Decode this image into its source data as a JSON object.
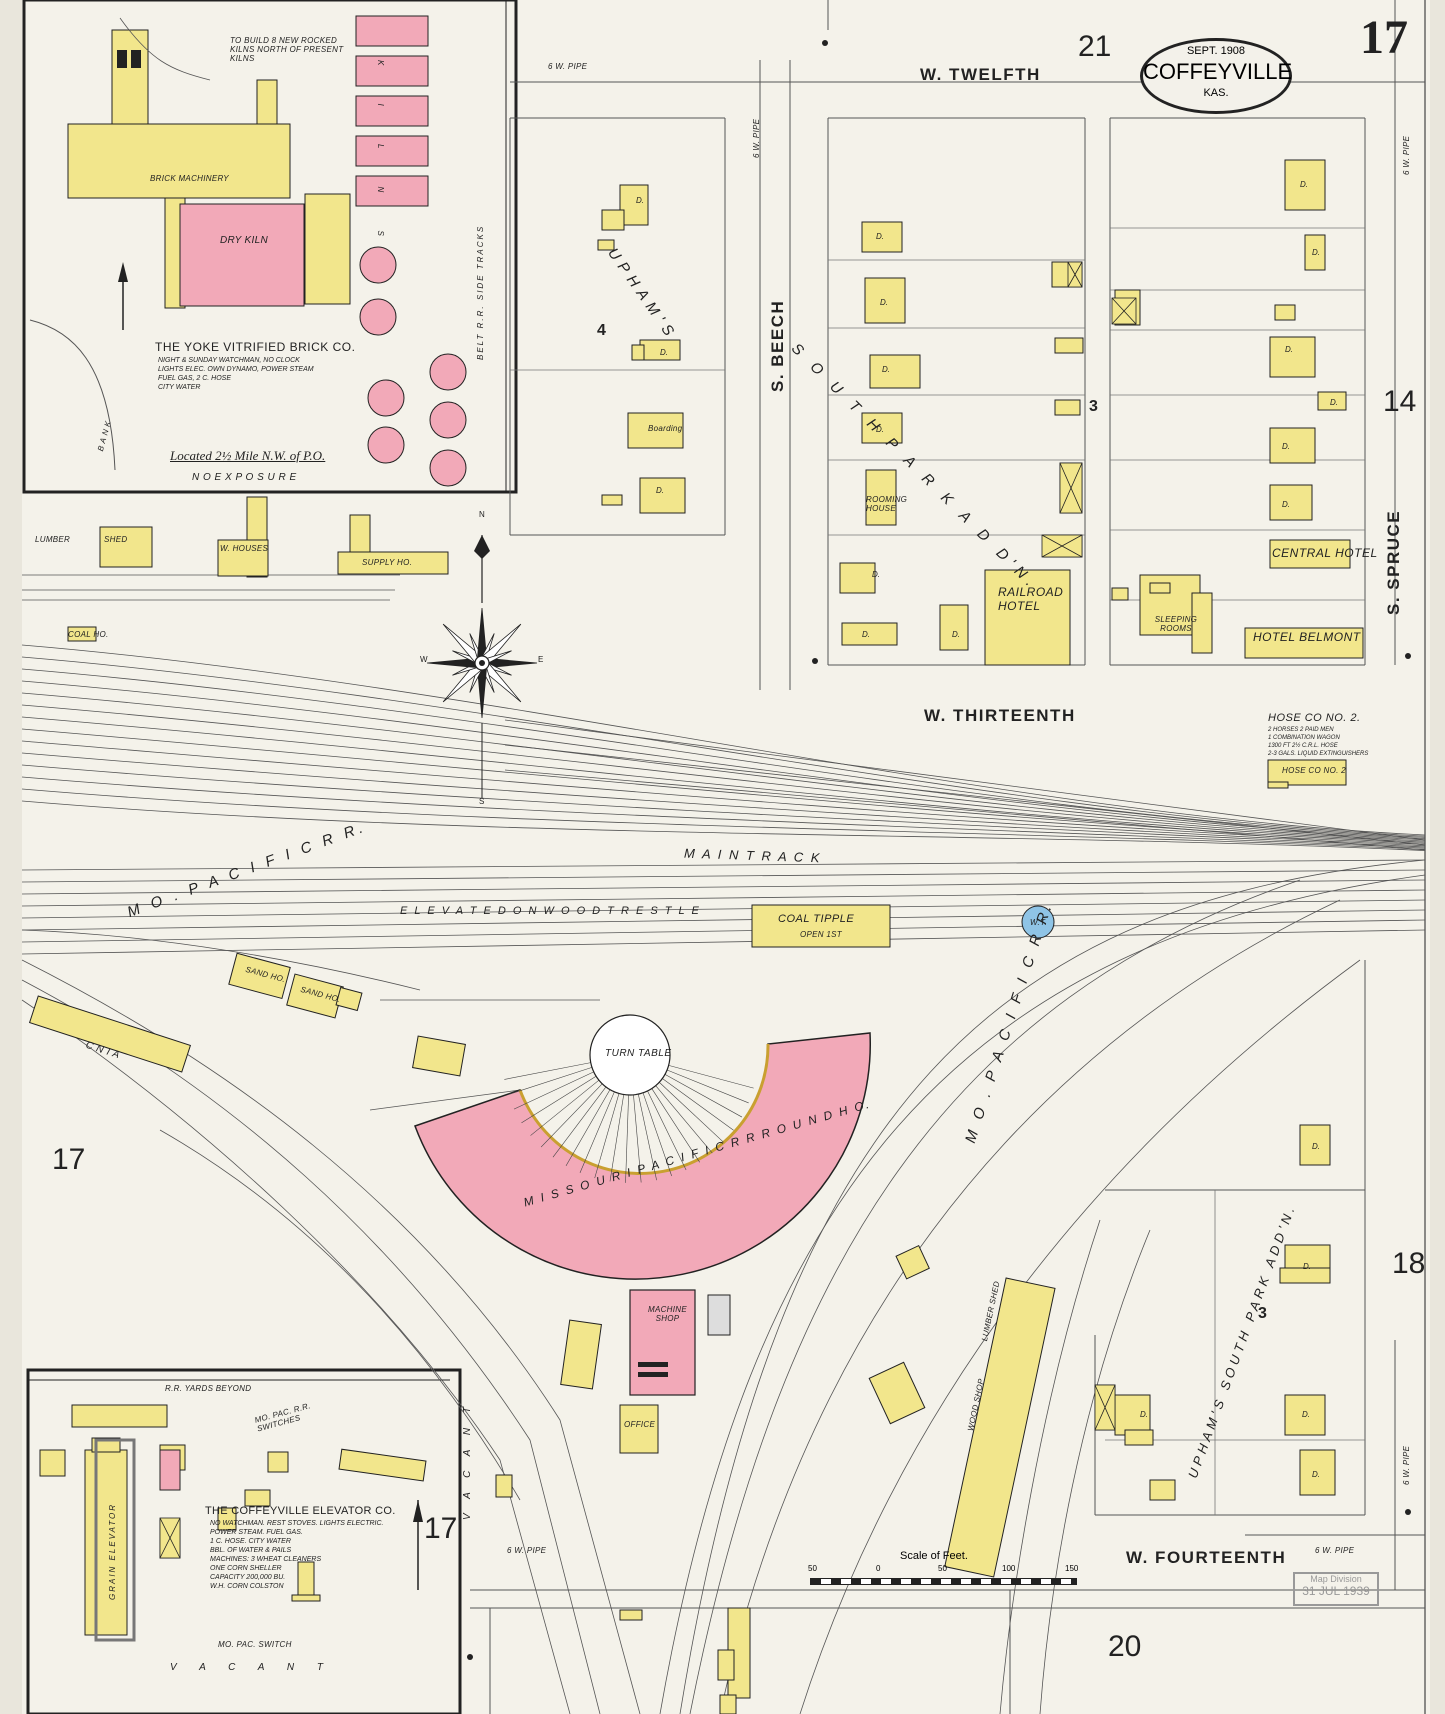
{
  "title": {
    "date": "SEPT. 1908",
    "city": "COFFEYVILLE",
    "state": "KAS.",
    "sheet_number": "17"
  },
  "adjacent_sheets": {
    "top": "21",
    "right_upper": "14",
    "right_lower": "18",
    "left": "17",
    "bottom": "20",
    "inset_arrow": "17"
  },
  "streets": {
    "w_twelfth": "W. TWELFTH",
    "w_thirteenth": "W. THIRTEENTH",
    "w_fourteenth": "W. FOURTEENTH",
    "s_beech": "S. BEECH",
    "s_spruce": "S. SPRUCE"
  },
  "blocks": {
    "b4": "4",
    "b3_upper": "3",
    "b3_lower": "3"
  },
  "additions": {
    "uphams": "UPHAM'S",
    "south_park_addn": "S O U T H   P A R K   A D D'N.",
    "uphams_south_park": "UPHAM'S SOUTH PARK ADD'N."
  },
  "railroad": {
    "mo_pacific": "M O .   P A C I F I C   R R.",
    "mo_pacific_diag": "M O .   P A C I F I C   R R.",
    "main_track": "M A I N   T R A C K",
    "elevated": "E L E V A T E D   O N   W O O D   T R E S T L E",
    "round_house": "M I S S O U R I   P A C I F I C   R R   R O U N D   H O.",
    "turn_table": "TURN TABLE",
    "coal_tipple": "COAL TIPPLE",
    "coal_tipple_sub": "OPEN 1ST",
    "wt": "W.T.",
    "machine_shop": "MACHINE SHOP",
    "office": "OFFICE",
    "sand_ho": "SAND HO.",
    "sand_ho2": "SAND HO.",
    "lumber_shed": "LUMBER SHED",
    "wood_shop": "WOOD SHOP",
    "coal_ho": "COAL HO.",
    "supply_ho": "SUPPLY HO.",
    "w_houses": "W. HOUSES",
    "shed": "SHED",
    "lumber": "LUMBER",
    "cnia": "C N I A",
    "vacant_v": "V A C A N T",
    "vacant_h": "V A C A N T"
  },
  "buildings": {
    "railroad_hotel": "RAILROAD HOTEL",
    "central_hotel": "CENTRAL HOTEL",
    "hotel_belmont": "HOTEL BELMONT",
    "sleeping_rooms": "SLEEPING ROOMS",
    "boarding": "Boarding",
    "rooming_house": "ROOMING HOUSE",
    "hose_co": "HOSE CO NO. 2.",
    "hose_co_bldg": "HOSE CO NO. 2",
    "hose_co_notes": [
      "2 HORSES 2 PAID MEN",
      "1 COMBINATION WAGON",
      "1300 FT 2½ C.R.L. HOSE",
      "2-3 GALS. LIQUID EXTINGUISHERS"
    ],
    "dwelling": "D.",
    "vacant": "VACANT"
  },
  "insets": {
    "yoke_title": "THE YOKE VITRIFIED BRICK CO.",
    "yoke_notes": [
      "NIGHT & SUNDAY WATCHMAN, NO CLOCK",
      "LIGHTS ELEC. OWN DYNAMO, POWER STEAM",
      "FUEL GAS, 2 C. HOSE",
      "CITY WATER"
    ],
    "yoke_location": "Located 2½ Mile N.W. of P.O.",
    "yoke_exposure": "N O   E X P O S U R E",
    "dry_kiln": "DRY KILN",
    "brick_machinery": "BRICK MACHINERY",
    "kilns": "K I L N S",
    "new_kilns_note": "TO BUILD 8 NEW ROCKED KILNS NORTH OF PRESENT KILNS",
    "belt_rr": "BELT R.R. SIDE TRACKS",
    "bank": "BANK",
    "elevator_title": "THE COFFEYVILLE ELEVATOR CO.",
    "elevator_notes": [
      "NO WATCHMAN. REST STOVES. LIGHTS ELECTRIC.",
      "POWER STEAM. FUEL GAS.",
      "1 C. HOSE. CITY WATER",
      "BBL. OF WATER & PAILS",
      "MACHINES: 3 WHEAT CLEANERS",
      "ONE CORN SHELLER",
      "CAPACITY 200,000 BU.",
      "W.H. CORN COLSTON"
    ],
    "grain_elevator": "GRAIN ELEVATOR",
    "rr_yards": "R.R. YARDS BEYOND",
    "mo_pac_switch": "MO. PAC. SWITCH",
    "mo_pac_switches": "MO. PAC. R.R. SWITCHES"
  },
  "water": {
    "w_pipe_top": "6 W. PIPE",
    "w_pipe_left": "6 W. PIPE",
    "w_pipe_bottom_left": "6 W. PIPE",
    "w_pipe_bottom_right": "6 W. PIPE",
    "w_pipe_right_top": "6 W. PIPE",
    "w_pipe_right_bottom": "6 W. PIPE"
  },
  "compass": {
    "n": "N",
    "s": "S",
    "e": "E",
    "w": "W"
  },
  "scale": {
    "caption": "Scale of Feet.",
    "ticks": [
      "50",
      "0",
      "50",
      "100",
      "150"
    ]
  },
  "stamp": {
    "line1": "Map Division",
    "line2": "31 JUL 1939"
  },
  "colors": {
    "brick": "#f2a9b8",
    "frame": "#f2e68c",
    "paper": "#f4f2ea",
    "water_tank": "#8fc4e6"
  }
}
